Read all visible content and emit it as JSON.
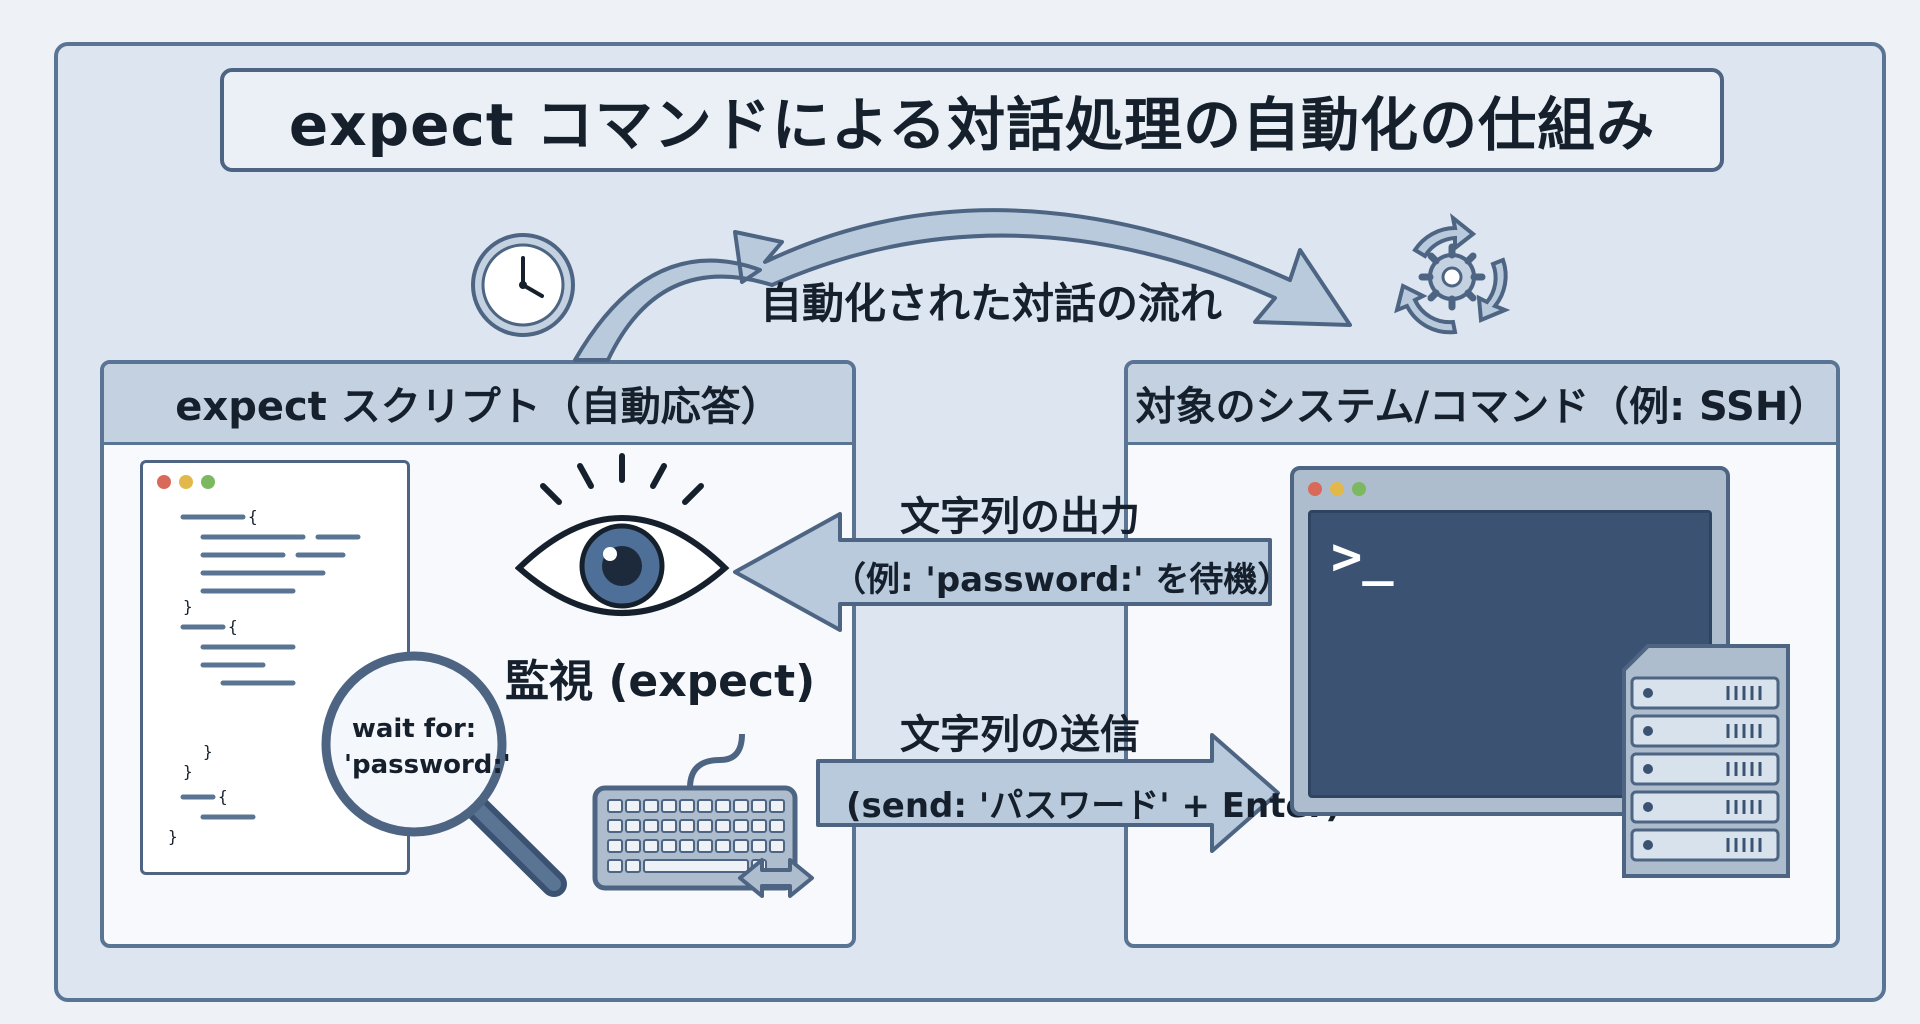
{
  "title": "expect コマンドによる対話処理の自動化の仕組み",
  "flow_label": "自動化された対話の流れ",
  "left_panel": {
    "header": "expect スクリプト（自動応答）",
    "monitor_label": "監視 (expect)",
    "magnifier_text_1": "wait for:",
    "magnifier_text_2": "'password:'"
  },
  "right_panel": {
    "header": "対象のシステム/コマンド（例: SSH）",
    "prompt": ">_"
  },
  "output_arrow": {
    "title": "文字列の出力",
    "detail": "（例: 'password:' を待機）"
  },
  "send_arrow": {
    "title": "文字列の送信",
    "detail": "(send: 'パスワード' + Enter)"
  },
  "icons": [
    "clock-icon",
    "gear-cycle-icon",
    "eye-icon",
    "magnifier-icon",
    "keyboard-icon",
    "server-icon"
  ],
  "colors": {
    "primary": "#4d6583",
    "accent": "#3c5272",
    "arrow_fill": "#b9cadc",
    "background": "#dde6f0"
  }
}
